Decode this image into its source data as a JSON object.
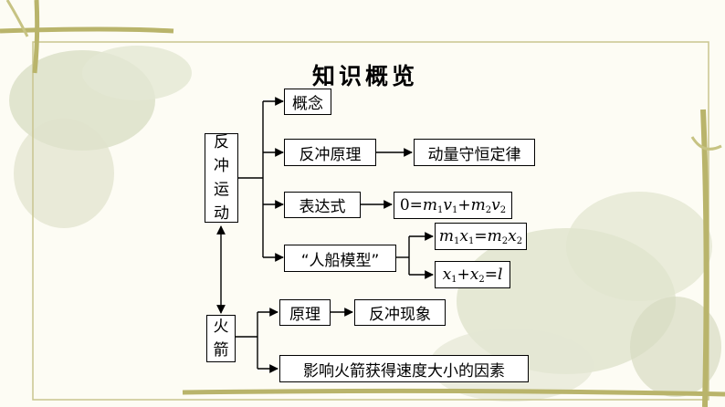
{
  "title": "知识概览",
  "root": [
    "反",
    "冲",
    "运",
    "动"
  ],
  "rocket": [
    "火",
    "箭"
  ],
  "boxes": {
    "concept": "概念",
    "principle": "反冲原理",
    "momentum_law": "动量守恒定律",
    "expression": "表达式",
    "boat_model": "“人船模型”",
    "rocket_principle": "原理",
    "recoil_phenomenon": "反冲现象",
    "factors": "影响火箭获得速度大小的因素"
  },
  "formulas": {
    "momentum": "0=m₁v₁+m₂v₂",
    "displacement": "m₁x₁=m₂x₂",
    "sum": "x₁+x₂=l"
  },
  "colors": {
    "background": "#fdfcf4",
    "border": "#c8c58e",
    "blob": "#d6dcc0"
  }
}
